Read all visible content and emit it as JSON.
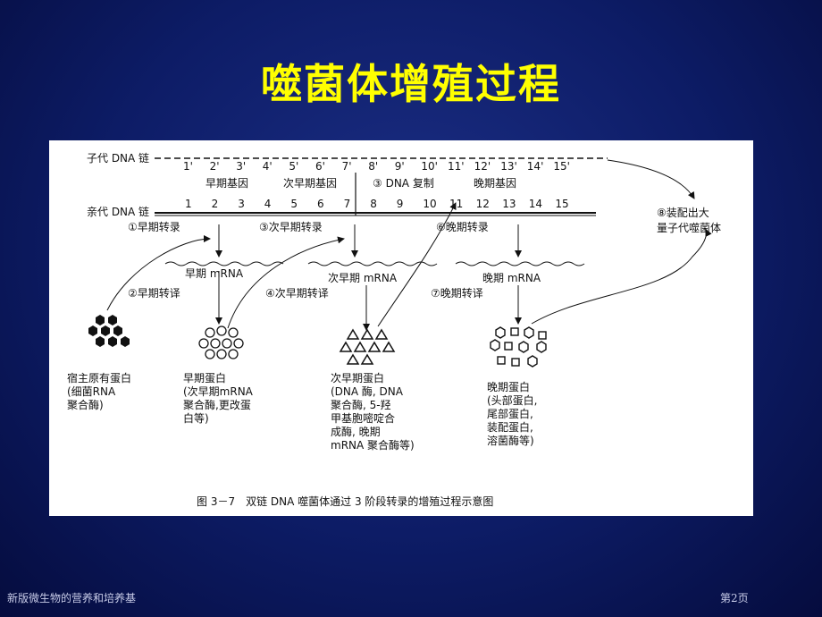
{
  "slide": {
    "title": "噬菌体增殖过程",
    "footer_left": "新版微生物的营养和培养基",
    "footer_right": "第2页"
  },
  "diagram": {
    "child_strand_label": "子代 DNA 链",
    "parent_strand_label": "亲代 DNA 链",
    "child_ticks": [
      "1'",
      "2'",
      "3'",
      "4'",
      "5'",
      "6'",
      "7'",
      "8'",
      "9'",
      "10'",
      "11'",
      "12'",
      "13'",
      "14'",
      "15'"
    ],
    "parent_ticks": [
      "1",
      "2",
      "3",
      "4",
      "5",
      "6",
      "7",
      "8",
      "9",
      "10",
      "11",
      "12",
      "13",
      "14",
      "15"
    ],
    "gene_labels": {
      "early_genes": "早期基因",
      "secondary_early_genes": "次早期基因",
      "dna_replication": "③ DNA 复制",
      "late_genes": "晚期基因"
    },
    "steps": {
      "step1": "①早期转录",
      "step2": "②早期转译",
      "step3": "③次早期转录",
      "step4": "④次早期转译",
      "step6": "⑥晚期转录",
      "step7": "⑦晚期转译",
      "step8_line1": "⑧装配出大",
      "step8_line2": "量子代噬菌体"
    },
    "mrna": {
      "early": "早期 mRNA",
      "secondary_early": "次早期 mRNA",
      "late": "晚期 mRNA"
    },
    "proteins": {
      "host_label": [
        "宿主原有蛋白",
        "(细菌RNA",
        "聚合酶)"
      ],
      "early_label": [
        "早期蛋白",
        "(次早期mRNA",
        "聚合酶,更改蛋",
        "白等)"
      ],
      "secondary_label": [
        "次早期蛋白",
        "(DNA 酶, DNA",
        "聚合酶, 5-羟",
        "甲基胞嘧啶合",
        "成酶, 晚期",
        "mRNA 聚合酶等)"
      ],
      "late_label": [
        "晚期蛋白",
        "(头部蛋白,",
        "尾部蛋白,",
        "装配蛋白,",
        "溶菌酶等)"
      ]
    },
    "caption": "图 3－7　双链 DNA 噬菌体通过 3 阶段转录的增殖过程示意图"
  },
  "colors": {
    "title": "#ffff00",
    "background": "#0d1c66",
    "figure_bg": "#ffffff",
    "ink": "#111111"
  }
}
